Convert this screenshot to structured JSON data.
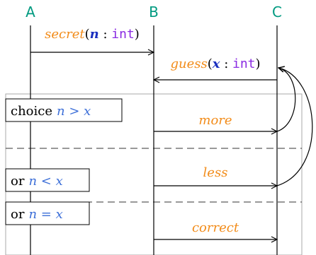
{
  "colors": {
    "participant": "#009a80",
    "message": "#f28c1a",
    "variable": "#3d6fd8",
    "variable_bold": "#1a2fbf",
    "type": "#8a2be2",
    "line": "#000000",
    "frame": "#aaaaaa",
    "separator": "#333333"
  },
  "participants": {
    "a": "A",
    "b": "B",
    "c": "C"
  },
  "messages": {
    "m1": {
      "name": "secret",
      "open": "(",
      "var": "n",
      "colon": " : ",
      "type": "int",
      "close": ")"
    },
    "m2": {
      "name": "guess",
      "open": "(",
      "var": "x",
      "colon": " : ",
      "type": "int",
      "close": ")"
    },
    "m3": {
      "name": "more"
    },
    "m4": {
      "name": "less"
    },
    "m5": {
      "name": "correct"
    }
  },
  "branches": {
    "b1": {
      "keyword": "choice",
      "condition": "n > x"
    },
    "b2": {
      "keyword": "or",
      "condition": "n < x"
    },
    "b3": {
      "keyword": "or",
      "condition": "n = x"
    }
  }
}
